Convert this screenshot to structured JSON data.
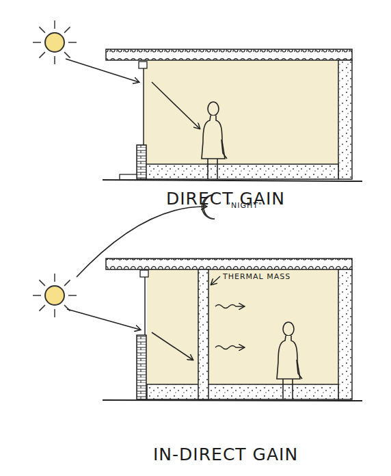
{
  "diagram": {
    "labels": [
      "DIRECT GAIN",
      "\"NIGHT\"",
      "THERMAL MASS",
      "IN-DIRECT GAIN"
    ]
  }
}
